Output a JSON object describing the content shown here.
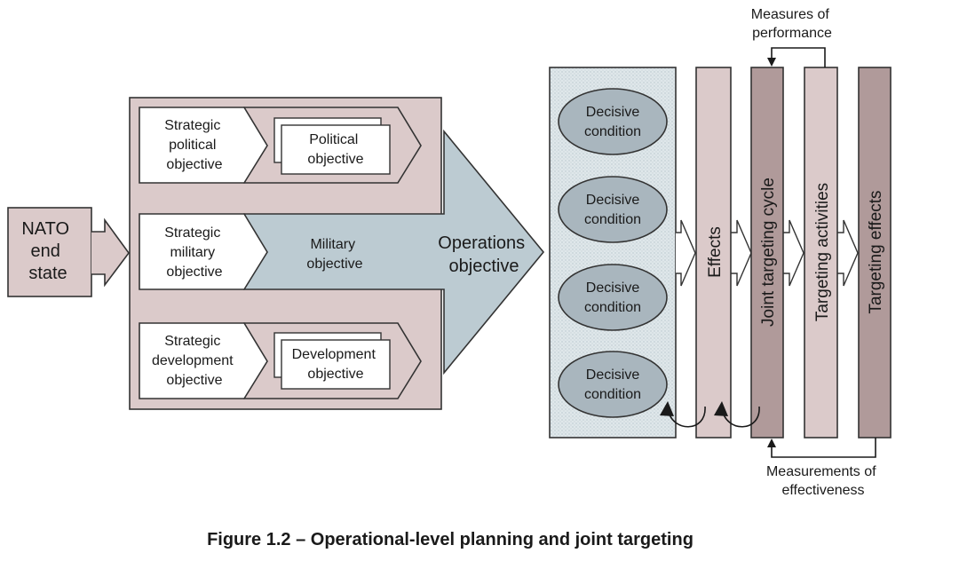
{
  "nato_end_state": [
    "NATO",
    "end",
    "state"
  ],
  "strategic": {
    "political": [
      "Strategic",
      "political",
      "objective"
    ],
    "military": [
      "Strategic",
      "military",
      "objective"
    ],
    "development": [
      "Strategic",
      "development",
      "objective"
    ]
  },
  "political_objective": [
    "Political",
    "objective"
  ],
  "military_objective": [
    "Military",
    "objective"
  ],
  "development_objective": [
    "Development",
    "objective"
  ],
  "operations_objective": [
    "Operations",
    "objective"
  ],
  "decisive_conditions": [
    [
      "Decisive",
      "condition"
    ],
    [
      "Decisive",
      "condition"
    ],
    [
      "Decisive",
      "condition"
    ],
    [
      "Decisive",
      "condition"
    ]
  ],
  "columns": {
    "effects": "Effects",
    "joint_targeting_cycle": "Joint targeting cycle",
    "targeting_activities": "Targeting activities",
    "targeting_effects": "Targeting effects"
  },
  "measures_of_performance": [
    "Measures of",
    "performance"
  ],
  "measurements_of_effectiveness": [
    "Measurements of",
    "effectiveness"
  ],
  "caption": "Figure 1.2 – Operational-level planning and joint targeting",
  "colors": {
    "mauve_light": "#dbcaca",
    "mauve_dark": "#b09a9a",
    "blue_grey": "#bccbd2",
    "ellipse": "#a9b6be",
    "panel": "#dde6ea",
    "stroke": "#333333"
  }
}
